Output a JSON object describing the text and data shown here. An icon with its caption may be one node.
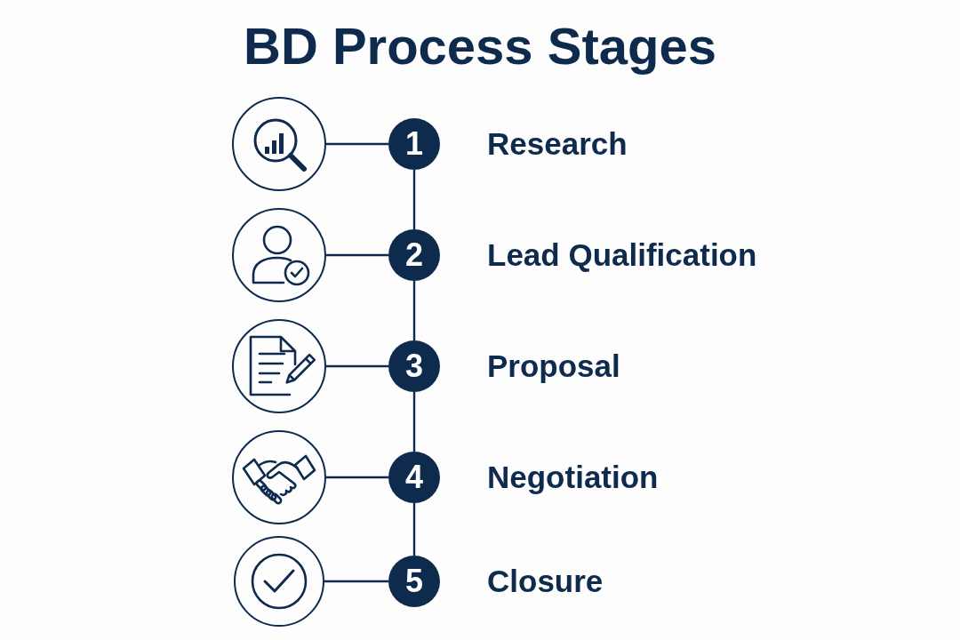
{
  "diagram": {
    "title": "BD Process Stages",
    "nodes": [
      {
        "text": [],
        "shape": "circle"
      },
      {
        "text": [
          "1"
        ],
        "beside": [
          "Research"
        ]
      },
      {
        "text": [],
        "shape": "circle"
      },
      {
        "text": [
          "2"
        ],
        "beside": [
          "Lead Qualification"
        ]
      },
      {
        "text": [],
        "shape": "circle"
      },
      {
        "text": [
          "3"
        ],
        "beside": [
          "Proposal"
        ]
      },
      {
        "text": [],
        "shape": "circle"
      },
      {
        "text": [
          "4"
        ],
        "beside": [
          "Negotiation"
        ]
      },
      {
        "text": [],
        "shape": "circle"
      },
      {
        "text": [
          "5"
        ],
        "beside": [
          "Closure"
        ]
      }
    ],
    "edges": [
      {
        "from": 0,
        "to": 1,
        "arrow": "none"
      },
      {
        "from": 1,
        "to": 3,
        "arrow": "none"
      },
      {
        "from": 2,
        "to": 3,
        "arrow": "none"
      },
      {
        "from": 3,
        "to": 5,
        "arrow": "none"
      },
      {
        "from": 4,
        "to": 5,
        "arrow": "none"
      },
      {
        "from": 5,
        "to": 7,
        "arrow": "none"
      },
      {
        "from": 6,
        "to": 7,
        "arrow": "none"
      },
      {
        "from": 7,
        "to": 9,
        "arrow": "none"
      },
      {
        "from": 8,
        "to": 9,
        "arrow": "none"
      }
    ]
  }
}
